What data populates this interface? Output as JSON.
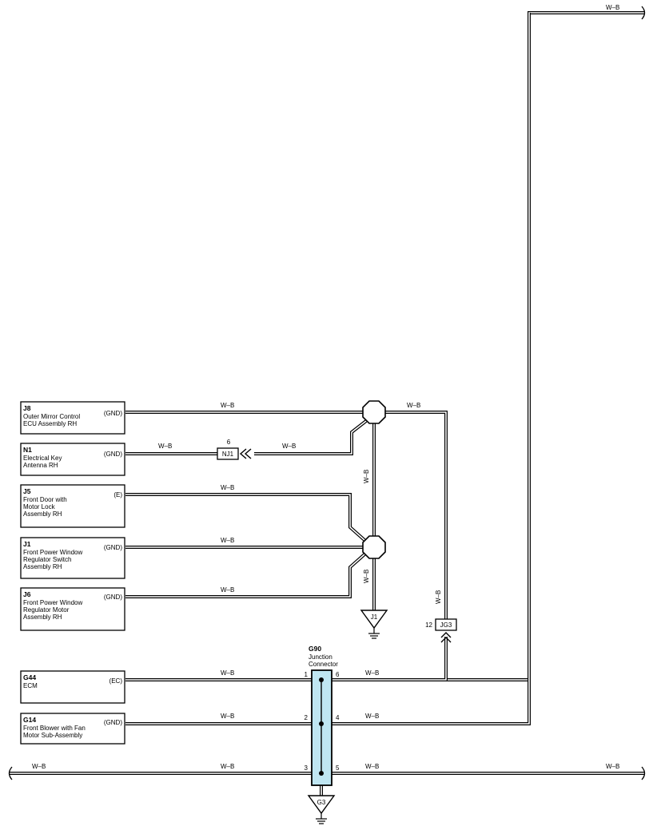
{
  "colors": {
    "line": "#000000",
    "junction_connector_fill": "#bfe6f2",
    "background": "#ffffff"
  },
  "wire_color": "W–B",
  "components": [
    {
      "code": "J8",
      "lines": [
        "Outer Mirror Control",
        "ECU Assembly RH"
      ],
      "terminal": "(GND)"
    },
    {
      "code": "N1",
      "lines": [
        "Electrical Key",
        "Antenna RH"
      ],
      "terminal": "(GND)"
    },
    {
      "code": "J5",
      "lines": [
        "Front Door with",
        "Motor Lock",
        "Assembly RH"
      ],
      "terminal": "(E)"
    },
    {
      "code": "J1",
      "lines": [
        "Front Power Window",
        "Regulator Switch",
        "Assembly RH"
      ],
      "terminal": "(GND)"
    },
    {
      "code": "J6",
      "lines": [
        "Front Power Window",
        "Regulator Motor",
        "Assembly RH"
      ],
      "terminal": "(GND)"
    },
    {
      "code": "G44",
      "lines": [
        "ECM"
      ],
      "terminal": "(EC)"
    },
    {
      "code": "G14",
      "lines": [
        "Front Blower with Fan",
        "Motor Sub-Assembly"
      ],
      "terminal": "(GND)"
    }
  ],
  "inline_connectors": [
    {
      "name": "NJ1",
      "pin": "6"
    },
    {
      "name": "JG3",
      "pin": "12"
    }
  ],
  "junction_connector": {
    "code": "G90",
    "lines": [
      "Junction",
      "Connector"
    ],
    "left_pins": [
      "1",
      "2",
      "3"
    ],
    "right_pins": [
      "6",
      "4",
      "5"
    ]
  },
  "grounds": [
    "J1",
    "G3"
  ]
}
